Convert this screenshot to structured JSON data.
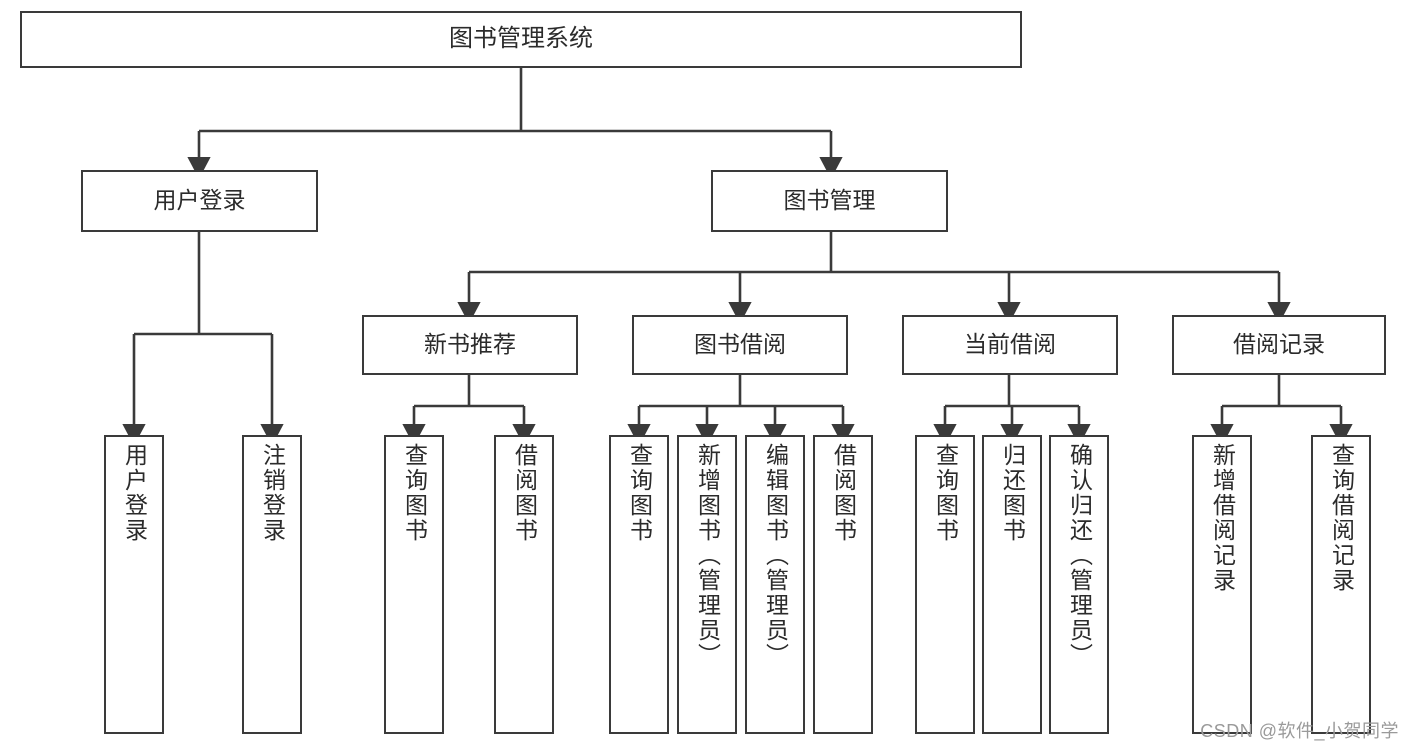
{
  "diagram": {
    "title": "图书管理系统",
    "type": "tree-hierarchy",
    "colors": {
      "stroke": "#3a3a3a",
      "fill": "#ffffff",
      "text": "#2b2b2b",
      "watermark": "#9a9a9a"
    },
    "levels": {
      "root": {
        "label": "图书管理系统"
      },
      "level1": [
        {
          "label": "用户登录"
        },
        {
          "label": "图书管理"
        }
      ],
      "level2": [
        {
          "label": "新书推荐"
        },
        {
          "label": "图书借阅"
        },
        {
          "label": "当前借阅"
        },
        {
          "label": "借阅记录"
        }
      ],
      "leaves": {
        "user_login": [
          {
            "label": "用户登录"
          },
          {
            "label": "注销登录"
          }
        ],
        "new_book_recommend": [
          {
            "label": "查询图书"
          },
          {
            "label": "借阅图书"
          }
        ],
        "book_borrow": [
          {
            "label": "查询图书"
          },
          {
            "label": "新增图书（管理员）"
          },
          {
            "label": "编辑图书（管理员）"
          },
          {
            "label": "借阅图书"
          }
        ],
        "current_borrow": [
          {
            "label": "查询图书"
          },
          {
            "label": "归还图书"
          },
          {
            "label": "确认归还（管理员）"
          }
        ],
        "borrow_record": [
          {
            "label": "新增借阅记录"
          },
          {
            "label": "查询借阅记录"
          }
        ]
      }
    }
  },
  "watermark": {
    "text": "CSDN @软件_小贺同学"
  }
}
